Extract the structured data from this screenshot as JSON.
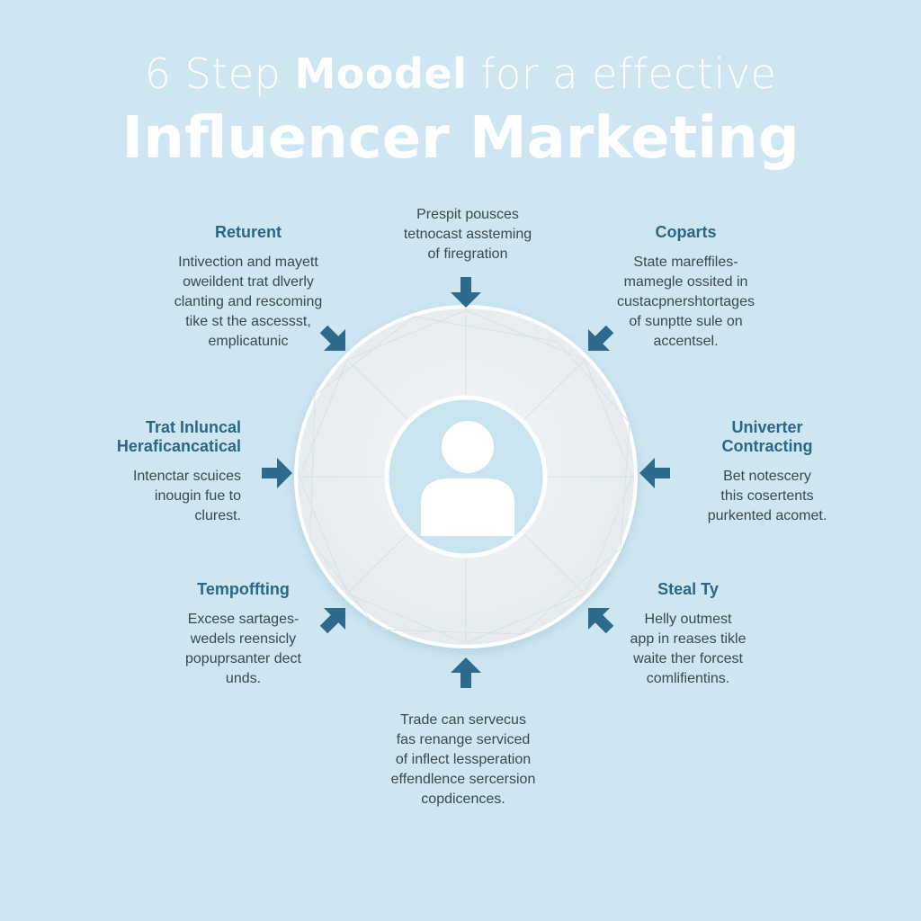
{
  "title": {
    "line1_part1": "6 Step ",
    "line1_part2": "Moodel",
    "line1_part3": " for a effective",
    "line2": "Influencer Marketing"
  },
  "steps": {
    "top": {
      "title": "",
      "description": "Prespit pousces\ntetnocast assteming\nof firegration"
    },
    "top_left": {
      "title": "Returent",
      "description": "Intivection and mayett\noweildent trat dlverly\nclanting and rescoming\ntike st the ascessst,\nemplicatunic"
    },
    "top_right": {
      "title": "Coparts",
      "description": "State mareffiles-\nmamegle ossited in\ncustacpnershtortages\nof sunptte sule on\naccentsel."
    },
    "mid_left": {
      "title": "Trat Inluncal\nHeraficancatical",
      "description": "Intenctar scuices\ninougin fue to\nclurest."
    },
    "mid_right": {
      "title": "Univerter\nContracting",
      "description": "Bet notescery\nthis cosertents\npurkented acomet."
    },
    "bottom_left": {
      "title": "Tempoffting",
      "description": "Excese sartages-\nwedels reensicly\npopuprsanter dect\nunds."
    },
    "bottom_right": {
      "title": "Steal Ty",
      "description": "Helly outmest\napp in reases tikle\nwaite ther forcest\ncomlifientins."
    },
    "bottom": {
      "title": "",
      "description": "Trade can servecus\nfas renange serviced\nof inflect lessperation\neffendlence sercersion\ncopdicences."
    }
  },
  "center_icon": "user-avatar-icon",
  "colors": {
    "background": "#cde6f1",
    "arrow": "#2e6a8c",
    "title": "#ffffff",
    "step_title": "#2d6587",
    "text": "#3b4750",
    "ring": "#eef2f4",
    "avatar_bg": "#c9e3ef"
  }
}
